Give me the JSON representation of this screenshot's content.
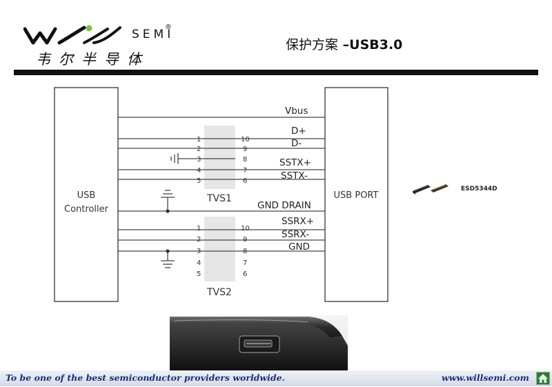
{
  "header": {
    "logo_wordmark": "SEMI",
    "logo_registered": "®",
    "logo_chinese": "韦尔半导体",
    "title_cn": "保护方案",
    "title_en": "–USB3.0"
  },
  "diagram": {
    "left_box_label_line1": "USB",
    "left_box_label_line2": "Controller",
    "right_box_label": "USB PORT",
    "signals": {
      "vbus": "Vbus",
      "dplus": "D+",
      "dminus": "D-",
      "sstx_plus": "SSTX+",
      "sstx_minus": "SSTX-",
      "gnd_drain": "GND DRAIN",
      "ssrx_plus": "SSRX+",
      "ssrx_minus": "SSRX-",
      "gnd": "GND"
    },
    "tvs1": {
      "label": "TVS1",
      "left_pins": [
        "1",
        "2",
        "3",
        "4",
        "5"
      ],
      "right_pins": [
        "10",
        "9",
        "8",
        "7",
        "6"
      ]
    },
    "tvs2": {
      "label": "TVS2",
      "left_pins": [
        "1",
        "2",
        "3",
        "4",
        "5"
      ],
      "right_pins": [
        "10",
        "9",
        "8",
        "7",
        "6"
      ]
    },
    "part_label": "ESD5344D"
  },
  "footer": {
    "slogan": "To be one of the best semiconductor providers worldwide.",
    "url": "www.willsemi.com",
    "home_icon": "home-icon"
  },
  "colors": {
    "logo_green": "#7cc242",
    "footer_text": "#1c2e7a",
    "home_button": "#2f7a3a"
  }
}
